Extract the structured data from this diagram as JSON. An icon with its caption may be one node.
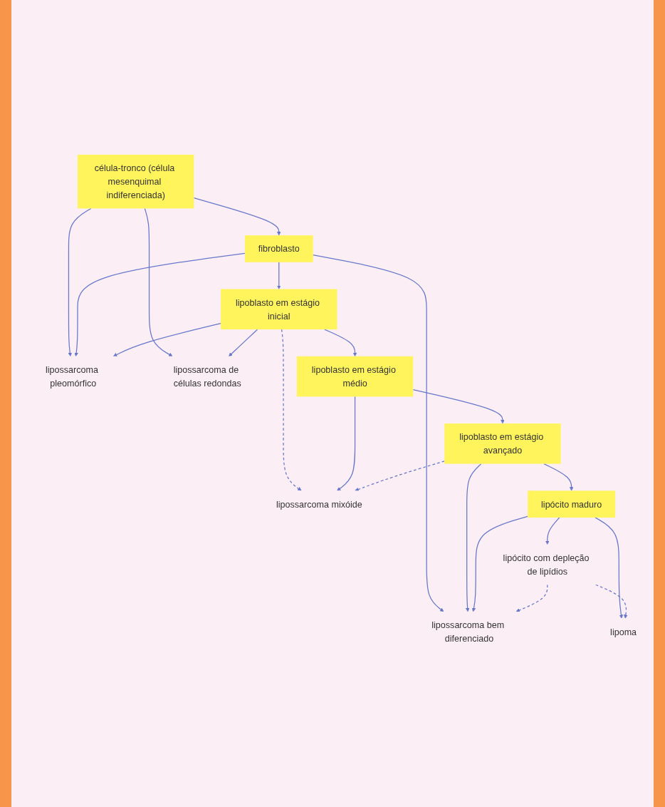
{
  "diagram": {
    "nodes": [
      {
        "text": [
          "célula-tronco (célula mesenquimal indiferenciada)"
        ]
      },
      {
        "text": [
          "fibroblasto"
        ]
      },
      {
        "text": [
          "lipossarcoma pleomórfico"
        ]
      },
      {
        "text": [
          "lipossarcoma de células redondas"
        ]
      },
      {
        "text": [
          "lipoblasto em estágio inicial"
        ]
      },
      {
        "text": [
          "lipoblasto em estágio médio"
        ]
      },
      {
        "text": [
          "lipossarcoma mixóide"
        ]
      },
      {
        "text": [
          "lipoblasto em estágio avançado"
        ]
      },
      {
        "text": [
          "lipócito maduro"
        ]
      },
      {
        "text": [
          "lipossarcoma bem diferenciado"
        ]
      },
      {
        "text": [
          "lipoma"
        ]
      },
      {
        "text": [
          "lipócito com depleção de lipídios"
        ]
      }
    ],
    "edges": [
      {
        "from": 0,
        "to": 1,
        "arrow": "to"
      },
      {
        "from": 0,
        "to": 2,
        "arrow": "to"
      },
      {
        "from": 0,
        "to": 3,
        "arrow": "to"
      },
      {
        "from": 1,
        "to": 2,
        "arrow": "to"
      },
      {
        "from": 1,
        "to": 9,
        "arrow": "to"
      },
      {
        "from": 1,
        "to": 4,
        "arrow": "to"
      },
      {
        "from": 4,
        "to": 2,
        "arrow": "to"
      },
      {
        "from": 4,
        "to": 3,
        "arrow": "to"
      },
      {
        "from": 4,
        "to": 6,
        "arrow": "to",
        "style": "dashed"
      },
      {
        "from": 4,
        "to": 5,
        "arrow": "to"
      },
      {
        "from": 5,
        "to": 6,
        "arrow": "to"
      },
      {
        "from": 5,
        "to": 7,
        "arrow": "to"
      },
      {
        "from": 7,
        "to": 6,
        "arrow": "to",
        "style": "dashed"
      },
      {
        "from": 7,
        "to": 8,
        "arrow": "to"
      },
      {
        "from": 7,
        "to": 9,
        "arrow": "to"
      },
      {
        "from": 8,
        "to": 9,
        "arrow": "to"
      },
      {
        "from": 8,
        "to": 11,
        "arrow": "to"
      },
      {
        "from": 8,
        "to": 10,
        "arrow": "to"
      },
      {
        "from": 11,
        "to": 9,
        "arrow": "to",
        "style": "dashed"
      },
      {
        "from": 11,
        "to": 10,
        "arrow": "to",
        "style": "dashed"
      }
    ]
  }
}
